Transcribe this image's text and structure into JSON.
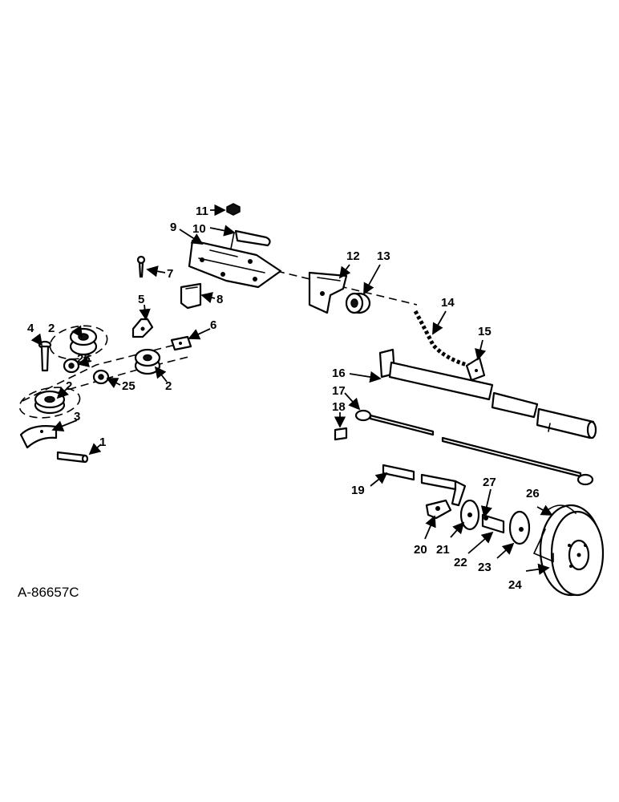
{
  "drawing_ref": "A-86657C",
  "callouts": [
    "1",
    "2",
    "3",
    "4",
    "5",
    "6",
    "7",
    "8",
    "9",
    "10",
    "11",
    "12",
    "13",
    "14",
    "15",
    "16",
    "17",
    "18",
    "19",
    "20",
    "21",
    "22",
    "23",
    "24",
    "25",
    "26",
    "27"
  ]
}
